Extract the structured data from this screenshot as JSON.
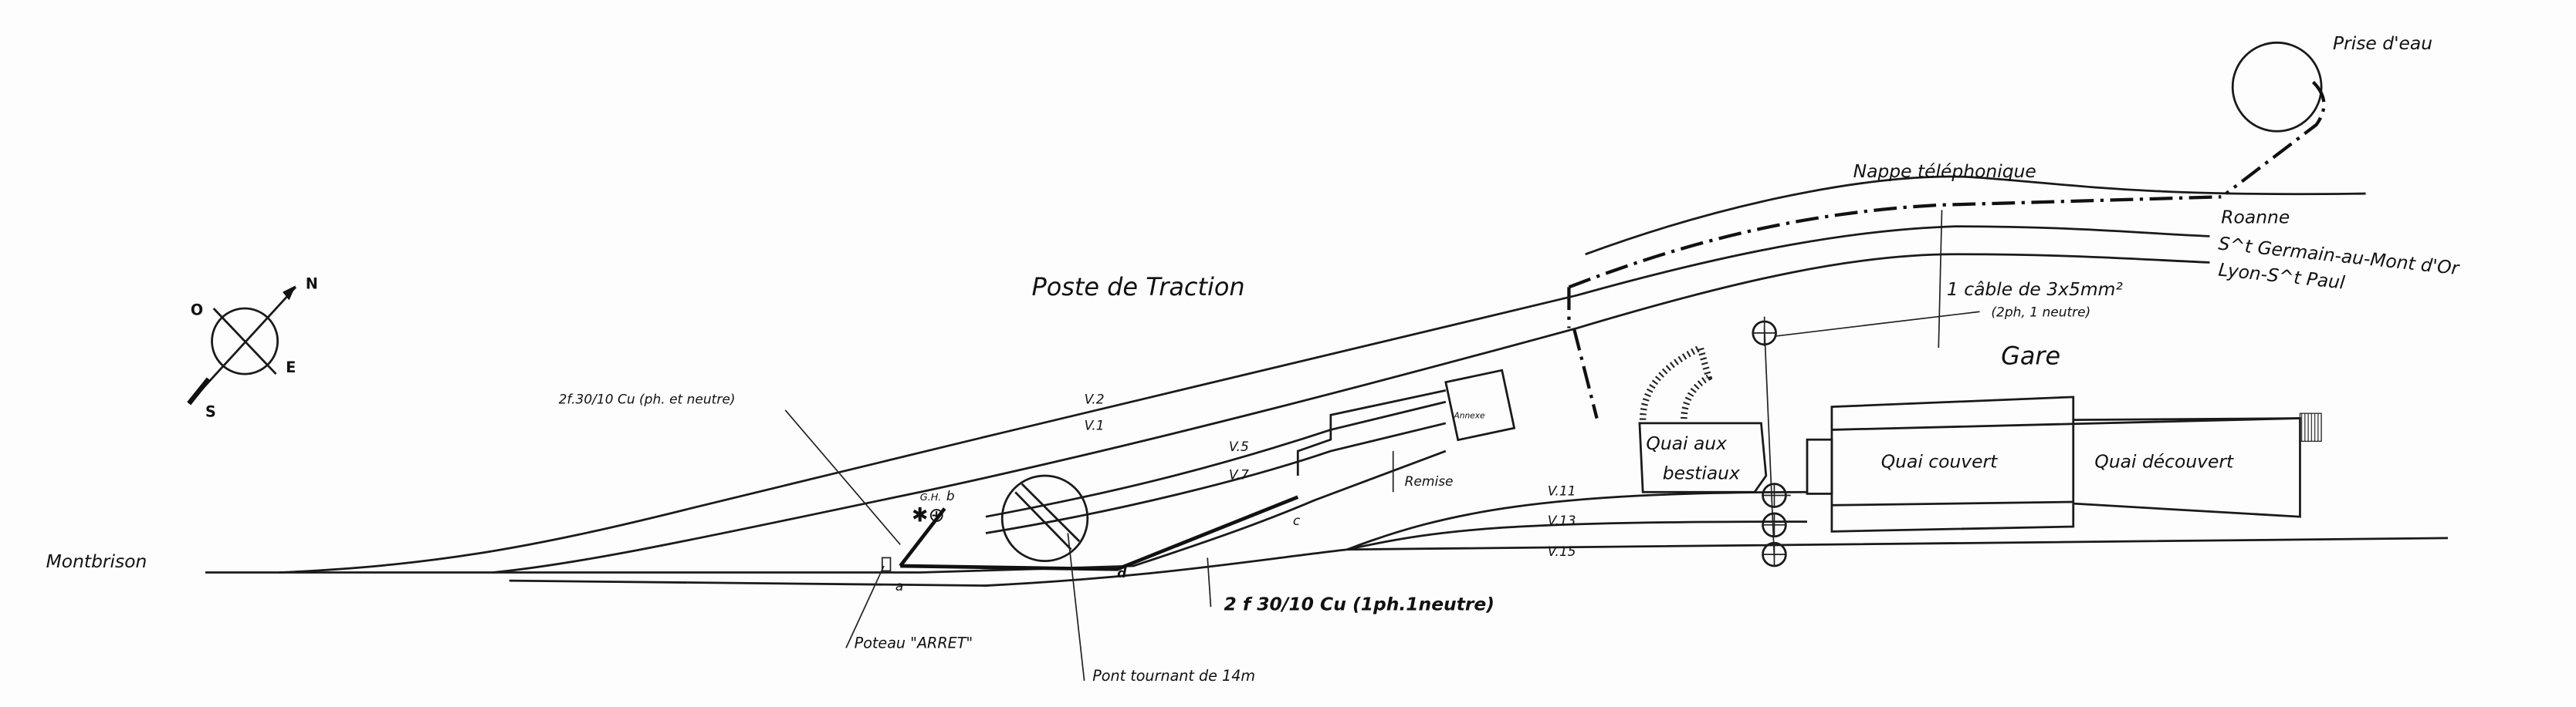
{
  "compass": {
    "north": "N",
    "south": "S",
    "east": "E",
    "west": "O"
  },
  "labels": {
    "prise_eau": "Prise d'eau",
    "nappe": "Nappe téléphonique",
    "roanne": "Roanne",
    "st_germain": "S^t Germain-au-Mont d'Or",
    "lyon": "Lyon-S^t Paul",
    "poste_traction": "Poste de Traction",
    "cable": "1 câble de 3x5mm²",
    "cable_detail": "(2ph, 1 neutre)",
    "gare": "Gare",
    "cable_left": "2f.30/10 Cu (ph. et neutre)",
    "v2": "V.2",
    "v1": "V.1",
    "v5": "V.5",
    "v7": "V.7",
    "annexe": "Annexe",
    "remise": "Remise",
    "quai_bestiaux_1": "Quai aux",
    "quai_bestiaux_2": "bestiaux",
    "quai_couvert": "Quai couvert",
    "quai_decouvert": "Quai découvert",
    "v11": "V.11",
    "v13": "V.13",
    "v15": "V.15",
    "montbrison": "Montbrison",
    "gh": "G.H.",
    "pt_a": "a",
    "pt_b": "b",
    "pt_c": "c",
    "pt_d": "d",
    "poteau": "Poteau \"ARRET\"",
    "pont": "Pont tournant de 14m",
    "cable_bottom": "2 f 30/10 Cu (1ph.1neutre)"
  }
}
